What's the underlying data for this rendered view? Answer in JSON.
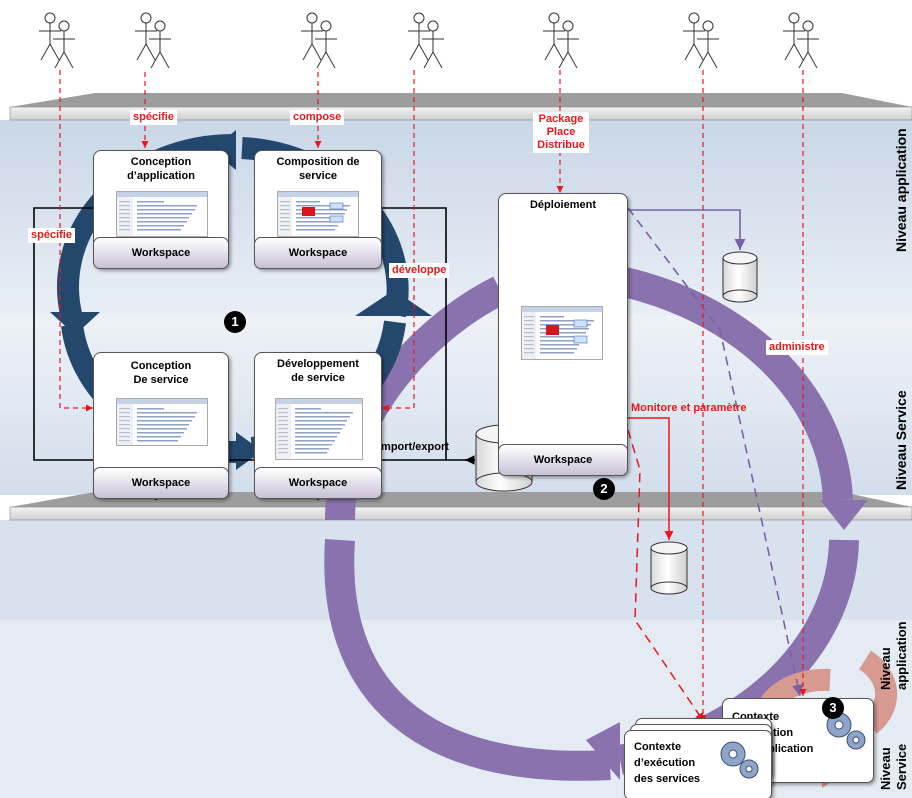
{
  "labels": {
    "specifie_top": "spécifie",
    "compose": "compose",
    "package": [
      "Package",
      "Place",
      "Distribue"
    ],
    "specifie_left": "spécifie",
    "developpe": "développe",
    "administre": "administre",
    "monitore": "Monitore et paramètre",
    "import_export": "Import/export"
  },
  "cards": {
    "conception_app": "Conception\nd’application",
    "composition": "Composition de\nservice",
    "conception_service": "Conception\nDe service",
    "developpement": "Développement\nde service",
    "deploiement": "Déploiement",
    "workspace": "Workspace"
  },
  "contexts": {
    "application": [
      "Contexte",
      "d’exécution",
      "De l’application"
    ],
    "services": [
      "Contexte",
      "d’exécution",
      "des services"
    ]
  },
  "layers": {
    "application": "Niveau application",
    "service": "Niveau Service",
    "exec_app": [
      "Niveau",
      "application"
    ],
    "exec_service": [
      "Niveau",
      "Service"
    ]
  },
  "markers": [
    "1",
    "2",
    "3"
  ],
  "colors": {
    "dark_blue_cycle": "#24476e",
    "purple_cycle": "#8a72ae",
    "salmon_cycle": "#d69a91",
    "red_line": "#e8181c",
    "purple_line": "#7a5fa8",
    "band_light": "#d7e2ee",
    "platform_gray": "#9d9d9d"
  }
}
